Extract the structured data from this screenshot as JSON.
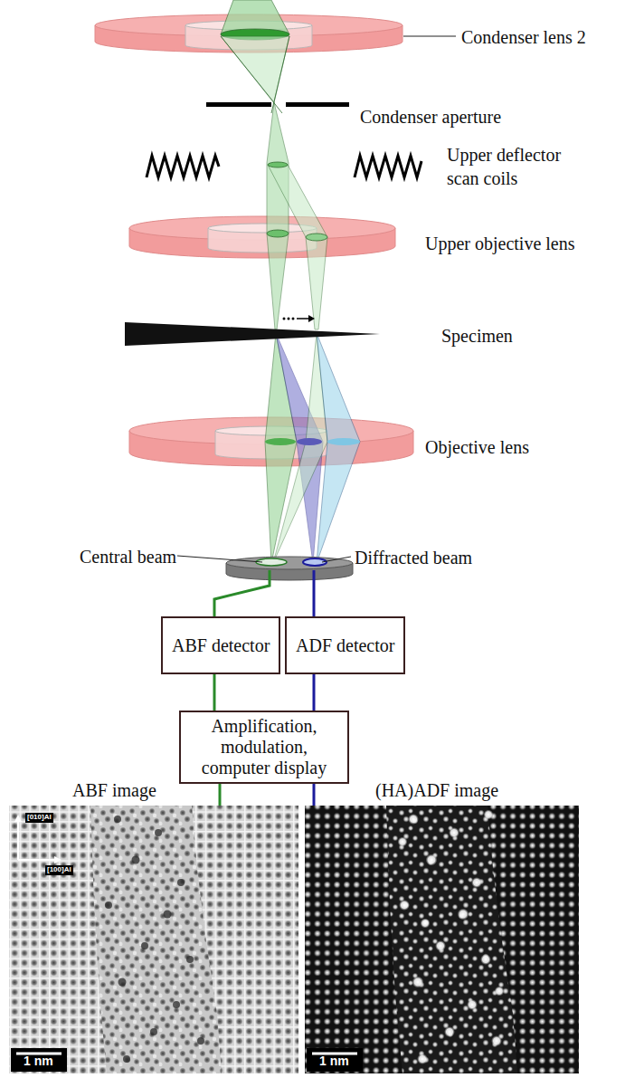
{
  "diagram": {
    "nodes": [
      {
        "text": [
          "ABF detector"
        ]
      },
      {
        "text": [
          "ADF detector"
        ]
      },
      {
        "text": [
          "Amplification, modulation, computer display"
        ]
      },
      {
        "text": [
          "ABF image",
          "[010]Al",
          "[100]Al",
          "1 nm"
        ]
      },
      {
        "text": [
          "(HA)ADF image",
          "1 nm"
        ]
      }
    ],
    "edges": [
      {
        "from": 0,
        "to": 2,
        "arrow": "none"
      },
      {
        "from": 1,
        "to": 2,
        "arrow": "none"
      },
      {
        "from": 2,
        "to": 3,
        "arrow": "none"
      },
      {
        "from": 2,
        "to": 4,
        "arrow": "none"
      }
    ],
    "labels": [
      "Condenser lens 2",
      "Condenser aperture",
      "Upper deflector scan coils",
      "Upper objective lens",
      "Specimen",
      "Objective lens",
      "Central beam",
      "Diffracted beam"
    ]
  }
}
